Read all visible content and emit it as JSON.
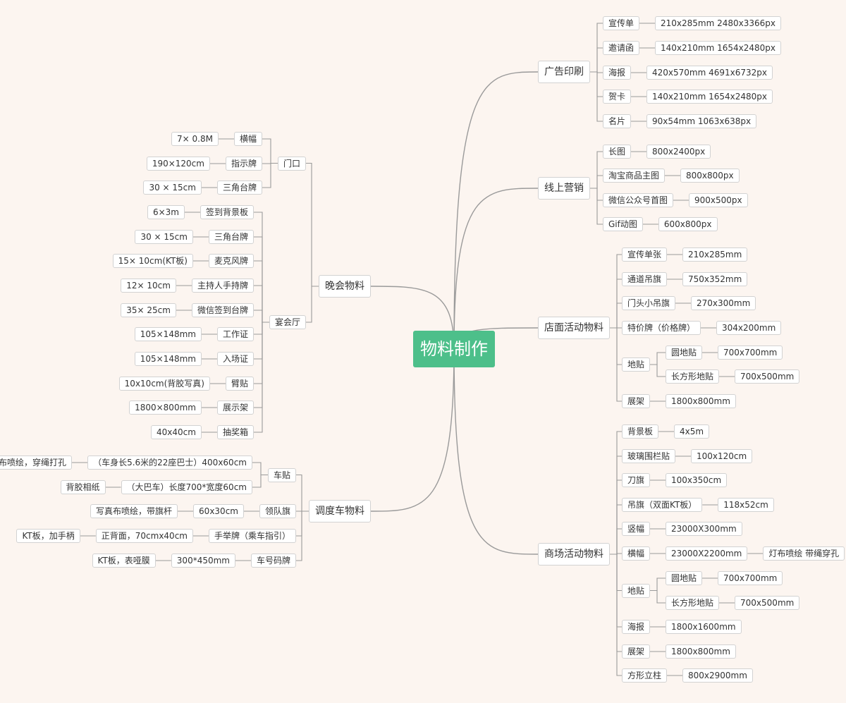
{
  "root": "物料制作",
  "colors": {
    "background": "#fcf5f0",
    "root": "#4dbf8a",
    "line": "#9a9a9a",
    "node_border": "#d2d2d2"
  },
  "branches": [
    {
      "label": "广告印刷",
      "children": [
        {
          "label": "宣传单",
          "children": [
            {
              "label": "210x285mm    2480x3366px"
            }
          ]
        },
        {
          "label": "邀请函",
          "children": [
            {
              "label": "140x210mm     1654x2480px"
            }
          ]
        },
        {
          "label": "海报",
          "children": [
            {
              "label": "420x570mm      4691x6732px"
            }
          ]
        },
        {
          "label": "贺卡",
          "children": [
            {
              "label": "140x210mm      1654x2480px"
            }
          ]
        },
        {
          "label": "名片",
          "children": [
            {
              "label": "90x54mm     1063x638px"
            }
          ]
        }
      ]
    },
    {
      "label": "线上营销",
      "children": [
        {
          "label": "长图",
          "children": [
            {
              "label": "800x2400px"
            }
          ]
        },
        {
          "label": "淘宝商品主图",
          "children": [
            {
              "label": "800x800px"
            }
          ]
        },
        {
          "label": "微信公众号首图",
          "children": [
            {
              "label": "900x500px"
            }
          ]
        },
        {
          "label": "Gif动图",
          "children": [
            {
              "label": "600x800px"
            }
          ]
        }
      ]
    },
    {
      "label": "店面活动物料",
      "children": [
        {
          "label": "宣传单张",
          "children": [
            {
              "label": "210x285mm"
            }
          ]
        },
        {
          "label": "通道吊旗",
          "children": [
            {
              "label": "750x352mm"
            }
          ]
        },
        {
          "label": "门头小吊旗",
          "children": [
            {
              "label": "270x300mm"
            }
          ]
        },
        {
          "label": "特价牌（价格牌）",
          "children": [
            {
              "label": "304x200mm"
            }
          ]
        },
        {
          "label": "地贴",
          "children": [
            {
              "label": "圆地贴",
              "children": [
                {
                  "label": "700x700mm"
                }
              ]
            },
            {
              "label": "长方形地贴",
              "children": [
                {
                  "label": "700x500mm"
                }
              ]
            }
          ]
        },
        {
          "label": "展架",
          "children": [
            {
              "label": "1800x800mm"
            }
          ]
        }
      ]
    },
    {
      "label": "商场活动物料",
      "children": [
        {
          "label": "背景板",
          "children": [
            {
              "label": "4x5m"
            }
          ]
        },
        {
          "label": "玻璃围栏贴",
          "children": [
            {
              "label": "100x120cm"
            }
          ]
        },
        {
          "label": "刀旗",
          "children": [
            {
              "label": "100x350cm"
            }
          ]
        },
        {
          "label": "吊旗（双面KT板）",
          "children": [
            {
              "label": "118x52cm"
            }
          ]
        },
        {
          "label": "竖幅",
          "children": [
            {
              "label": "23000X300mm"
            }
          ]
        },
        {
          "label": "横幅",
          "children": [
            {
              "label": "23000X2200mm",
              "children": [
                {
                  "label": "灯布喷绘  带绳穿孔"
                }
              ]
            }
          ]
        },
        {
          "label": "地贴",
          "children": [
            {
              "label": "圆地贴",
              "children": [
                {
                  "label": "700x700mm"
                }
              ]
            },
            {
              "label": "长方形地贴",
              "children": [
                {
                  "label": "700x500mm"
                }
              ]
            }
          ]
        },
        {
          "label": "海报",
          "children": [
            {
              "label": "1800x1600mm"
            }
          ]
        },
        {
          "label": "展架",
          "children": [
            {
              "label": "1800x800mm"
            }
          ]
        },
        {
          "label": "方形立柱",
          "children": [
            {
              "label": "800x2900mm"
            }
          ]
        }
      ]
    },
    {
      "label": "晚会物料",
      "children": [
        {
          "label": "门口",
          "children": [
            {
              "label": "横幅",
              "children": [
                {
                  "label": "7× 0.8M"
                }
              ]
            },
            {
              "label": "指示牌",
              "children": [
                {
                  "label": "190×120cm"
                }
              ]
            },
            {
              "label": "三角台牌",
              "children": [
                {
                  "label": "30 × 15cm"
                }
              ]
            }
          ]
        },
        {
          "label": "宴会厅",
          "children": [
            {
              "label": "签到背景板",
              "children": [
                {
                  "label": "6×3m"
                }
              ]
            },
            {
              "label": "三角台牌",
              "children": [
                {
                  "label": "30 × 15cm"
                }
              ]
            },
            {
              "label": "麦克风牌",
              "children": [
                {
                  "label": "15× 10cm(KT板)"
                }
              ]
            },
            {
              "label": "主持人手持牌",
              "children": [
                {
                  "label": "12× 10cm"
                }
              ]
            },
            {
              "label": "微信签到台牌",
              "children": [
                {
                  "label": "35× 25cm"
                }
              ]
            },
            {
              "label": "工作证",
              "children": [
                {
                  "label": "105×148mm"
                }
              ]
            },
            {
              "label": "入场证",
              "children": [
                {
                  "label": "105×148mm"
                }
              ]
            },
            {
              "label": "臂贴",
              "children": [
                {
                  "label": "10x10cm(背胶写真)"
                }
              ]
            },
            {
              "label": "展示架",
              "children": [
                {
                  "label": "1800×800mm"
                }
              ]
            },
            {
              "label": "抽奖箱",
              "children": [
                {
                  "label": "40x40cm"
                }
              ]
            }
          ]
        }
      ]
    },
    {
      "label": "调度车物料",
      "children": [
        {
          "label": "车贴",
          "children": [
            {
              "label": "（车身长5.6米的22座巴士）400x60cm",
              "children": [
                {
                  "label": "灯布喷绘，穿绳打孔"
                }
              ]
            },
            {
              "label": "（大巴车）长度700*宽度60cm",
              "children": [
                {
                  "label": "背胶相纸"
                }
              ]
            }
          ]
        },
        {
          "label": "领队旗",
          "children": [
            {
              "label": "60x30cm",
              "children": [
                {
                  "label": "写真布喷绘，带旗杆"
                }
              ]
            }
          ]
        },
        {
          "label": "手举牌（乘车指引）",
          "children": [
            {
              "label": "正背面，70cmx40cm",
              "children": [
                {
                  "label": "KT板，加手柄"
                }
              ]
            }
          ]
        },
        {
          "label": "车号码牌",
          "children": [
            {
              "label": "300*450mm",
              "children": [
                {
                  "label": "KT板，表哑膜"
                }
              ]
            }
          ]
        }
      ]
    }
  ]
}
